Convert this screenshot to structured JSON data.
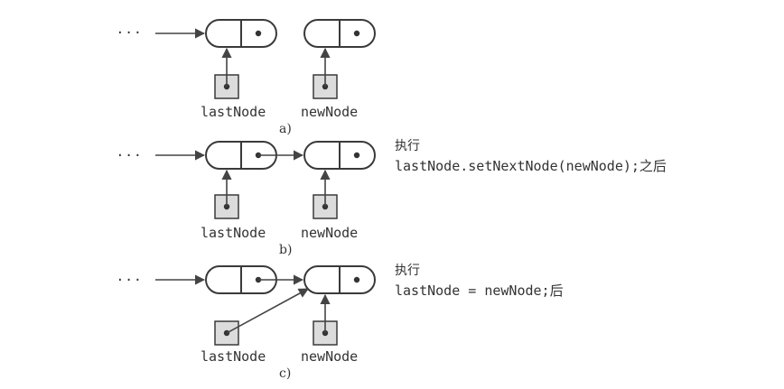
{
  "colors": {
    "line": "#3a3a3a",
    "box_fill": "#dcdcdc",
    "text": "#333333"
  },
  "panels": [
    {
      "id": "a",
      "caption": "a)",
      "ellipsis": "···",
      "left_label": "lastNode",
      "right_label": "newNode",
      "note_line1": "",
      "note_line2": ""
    },
    {
      "id": "b",
      "caption": "b)",
      "ellipsis": "···",
      "left_label": "lastNode",
      "right_label": "newNode",
      "note_line1": "执行",
      "note_line2": "lastNode.setNextNode(newNode);之后"
    },
    {
      "id": "c",
      "caption": "c)",
      "ellipsis": "···",
      "left_label": "lastNode",
      "right_label": "newNode",
      "note_line1": "执行",
      "note_line2": "lastNode = newNode;后"
    }
  ]
}
